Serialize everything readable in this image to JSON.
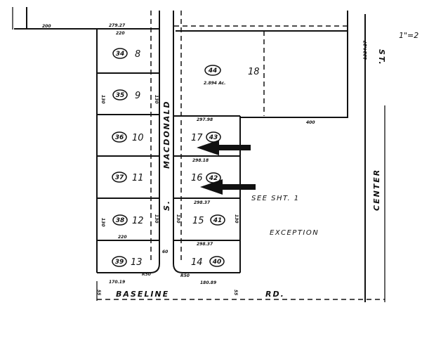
{
  "scale": "1\"=2",
  "streets": {
    "macdonald": "MACDONALD",
    "macdonald_abbrev": "S.",
    "baseline": "BASELINE",
    "baseline_suffix": "RD.",
    "center": "CENTER",
    "center_suffix": "ST."
  },
  "notes": {
    "see_sheet": "SEE SHT. 1",
    "exception": "EXCEPTION"
  },
  "parcel_18": {
    "lot": "18",
    "apn": "44",
    "area": "2.894 Ac."
  },
  "left_lots": [
    {
      "lot": "8",
      "apn": "34"
    },
    {
      "lot": "9",
      "apn": "35"
    },
    {
      "lot": "10",
      "apn": "36"
    },
    {
      "lot": "11",
      "apn": "37"
    },
    {
      "lot": "12",
      "apn": "38"
    },
    {
      "lot": "13",
      "apn": "39"
    }
  ],
  "right_lots": [
    {
      "lot": "17",
      "apn": "43"
    },
    {
      "lot": "16",
      "apn": "42"
    },
    {
      "lot": "15",
      "apn": "41"
    },
    {
      "lot": "14",
      "apn": "40"
    }
  ],
  "dimensions": {
    "top_left": "200",
    "top_a": "279.27",
    "top_b": "220",
    "side": "130",
    "center_side": "1324.27",
    "r17_top": "297.98",
    "r16_top": "298.18",
    "r15_top": "298.37",
    "r14_top": "298.37",
    "p18_bottom": "400",
    "l12_bottom": "220",
    "road_width": "60",
    "l13_bottom": "170.19",
    "r14_bottom": "180.89",
    "curve": "R50",
    "edge": "55"
  }
}
